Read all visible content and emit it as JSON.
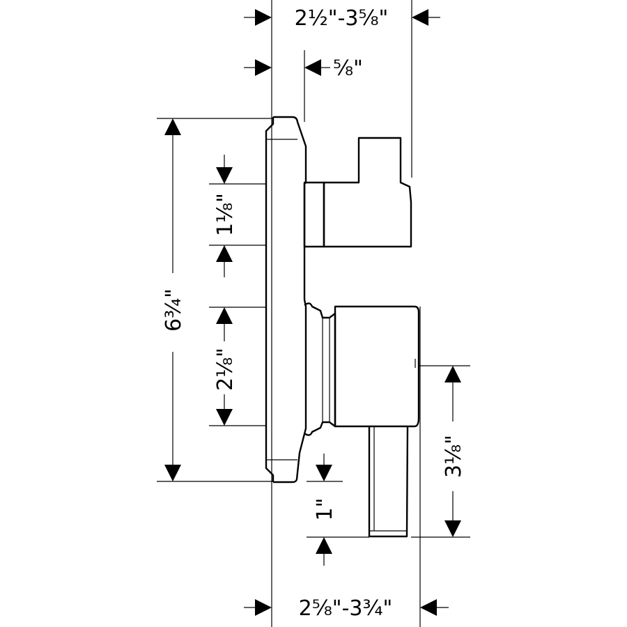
{
  "dimensions": {
    "top_width": "2½\"-3⅝\"",
    "top_offset": "⅝\"",
    "total_height": "6¾\"",
    "upper_spacing": "1⅛\"",
    "middle_spacing": "2⅛\"",
    "handle_length": "3⅛\"",
    "handle_drop": "1\"",
    "bottom_width": "2⅝\"-3¾\""
  }
}
